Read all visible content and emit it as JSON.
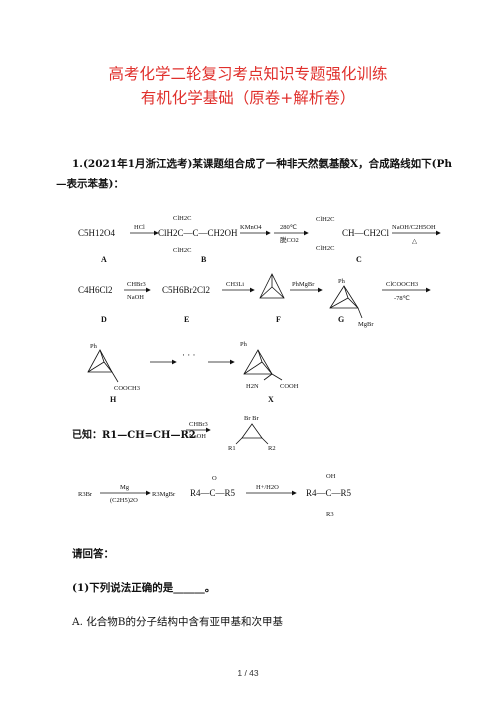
{
  "header": {
    "title_line1": "高考化学二轮复习考点知识专题强化训练",
    "title_line2": "有机化学基础（原卷+解析卷）"
  },
  "question": {
    "line1": "1.(2021年1月浙江选考)某课题组合成了一种非天然氨基酸X，合成路线如下(Ph",
    "line2": "—表示苯基)："
  },
  "scheme": {
    "row1": {
      "a_formula": "C5H12O4",
      "reagent1": "HCl",
      "b_top": "ClH2C",
      "b_mid": "ClH2C—C—CH2OH",
      "b_bot": "ClH2C",
      "reagent2": "KMnO4",
      "reagent3_top": "280℃",
      "reagent3_bot": "脱CO2",
      "c_top": "ClH2C",
      "c_mid": "CH—CH2Cl",
      "c_bot": "ClH2C",
      "reagent4_top": "NaOH/C2H5OH",
      "reagent4_bot": "△",
      "label_a": "A",
      "label_b": "B",
      "label_c": "C"
    },
    "row2": {
      "d_formula": "C4H6Cl2",
      "reagent5_top": "CHBr3",
      "reagent5_bot": "NaOH",
      "e_formula": "C5H6Br2Cl2",
      "reagent6": "CH3Li",
      "reagent7": "PhMgBr",
      "g_ph": "Ph",
      "g_mgbr": "MgBr",
      "reagent8_top": "ClCOOCH3",
      "reagent8_bot": "-78℃",
      "label_d": "D",
      "label_e": "E",
      "label_f": "F",
      "label_g": "G"
    },
    "row3": {
      "h_ph": "Ph",
      "h_ester": "COOCH3",
      "dots": "· · ·",
      "x_ph": "Ph",
      "x_nh2": "H2N",
      "x_cooh": "COOH",
      "label_h": "H",
      "label_x": "X"
    }
  },
  "known": {
    "label": "已知：R1—CH=CH—R2",
    "reagent_top": "CHBr3",
    "reagent_bot": "NaOH",
    "product_br": "Br  Br",
    "product_r1": "R1",
    "product_r2": "R2",
    "grignard_start": "R3Br",
    "grignard_reagent_top": "Mg",
    "grignard_reagent_bot": "(C2H5)2O",
    "grignard_mid": "R3MgBr",
    "ketone_o": "O",
    "ketone": "R4—C—R5",
    "hydrolysis": "H+/H2O",
    "alcohol_oh": "OH",
    "alcohol": "R4—C—R5",
    "alcohol_r3": "R3"
  },
  "ask": {
    "prompt": "请回答：",
    "sub1": "(1)下列说法正确的是______。",
    "option_a": "A. 化合物B的分子结构中含有亚甲基和次甲基"
  },
  "footer": {
    "page": "1 / 43"
  }
}
